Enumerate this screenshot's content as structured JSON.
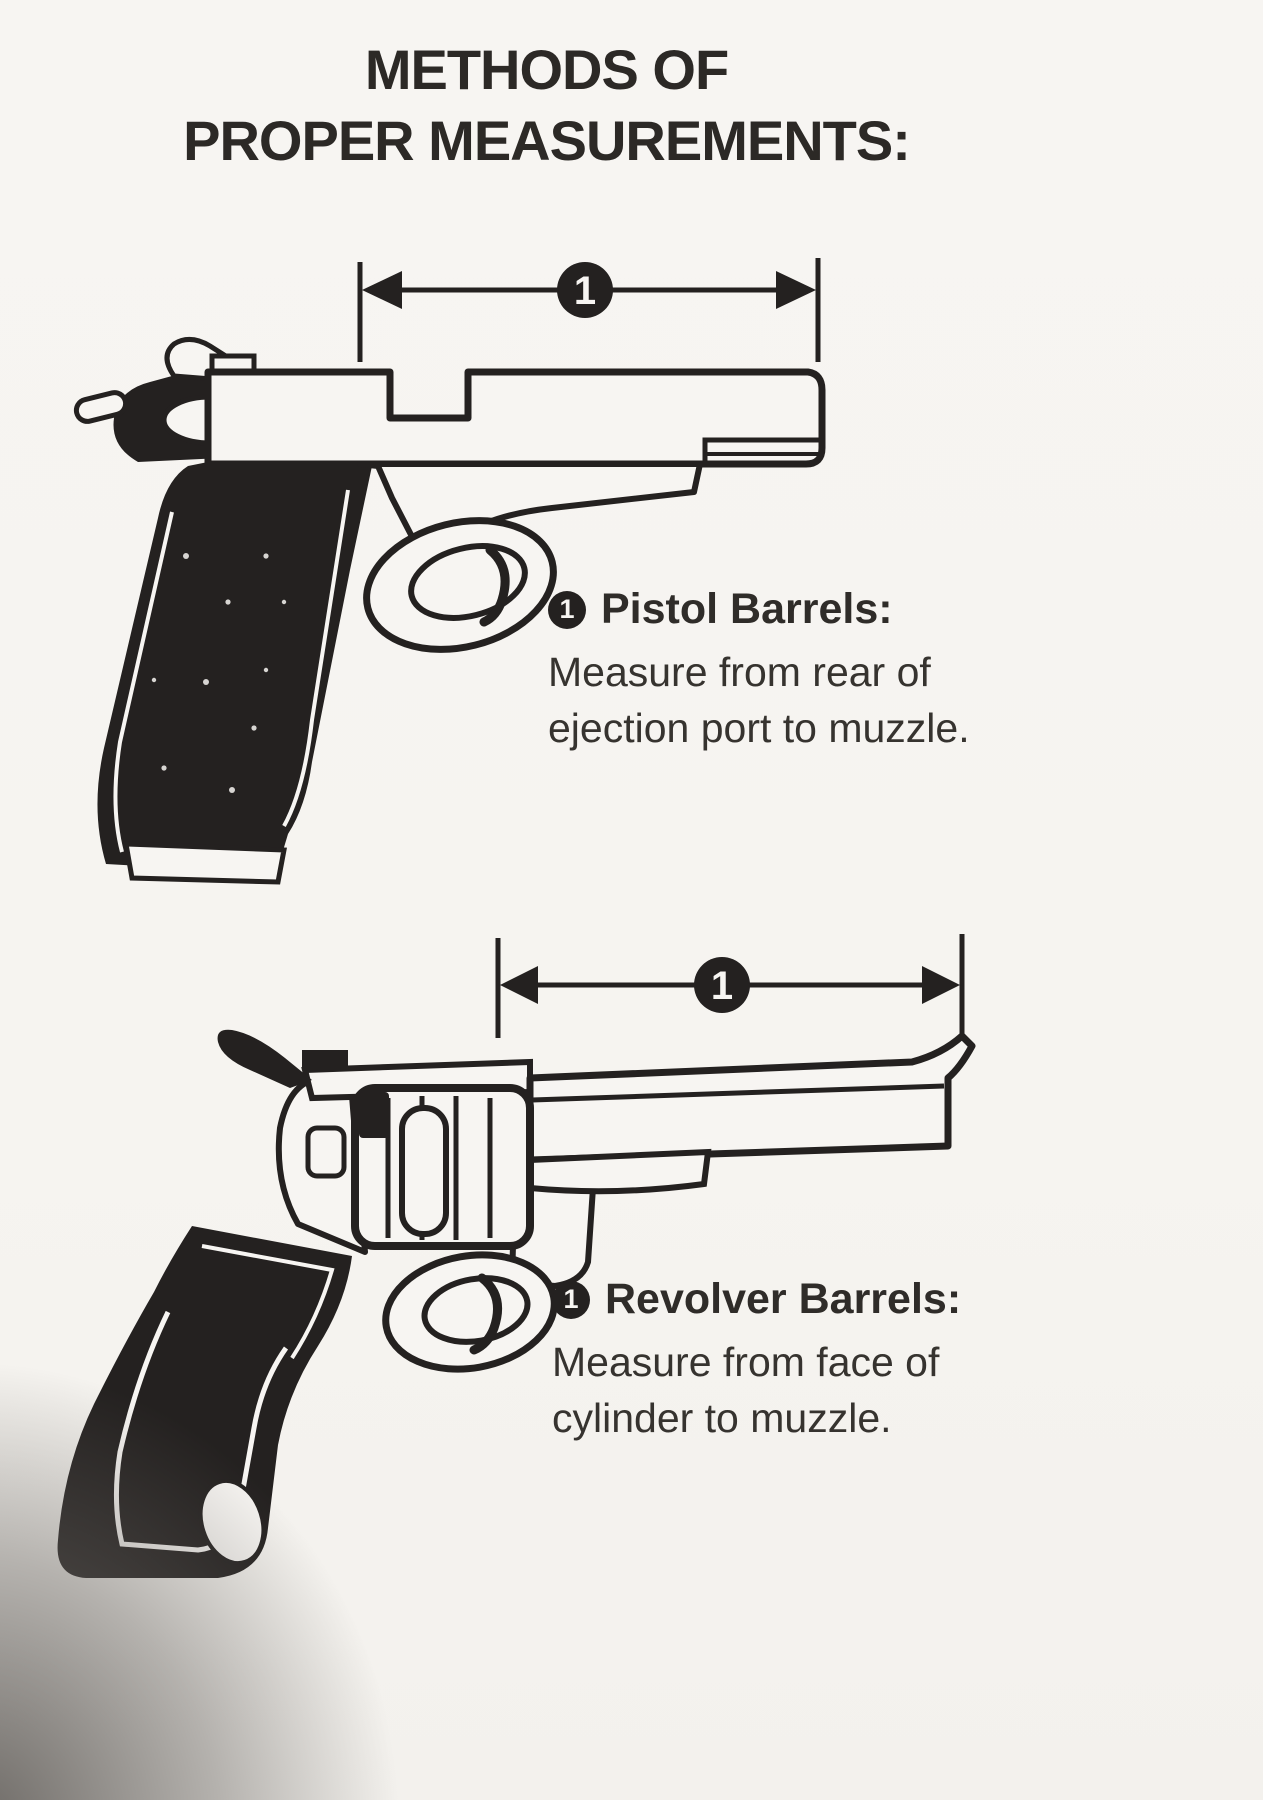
{
  "title": {
    "line1": "METHODS OF",
    "line2": "PROPER MEASUREMENTS:"
  },
  "pistol_section": {
    "measurement_label": "1",
    "callout_marker": "1",
    "heading": "Pistol Barrels:",
    "line1": "Measure from rear of",
    "line2": "ejection port to muzzle."
  },
  "revolver_section": {
    "measurement_label": "1",
    "callout_marker": "1",
    "heading": "Revolver Barrels:",
    "line1": "Measure from face of",
    "line2": "cylinder to muzzle."
  },
  "colors": {
    "ink": "#242120",
    "paper": "#f7f5f2",
    "text": "#36332f"
  }
}
